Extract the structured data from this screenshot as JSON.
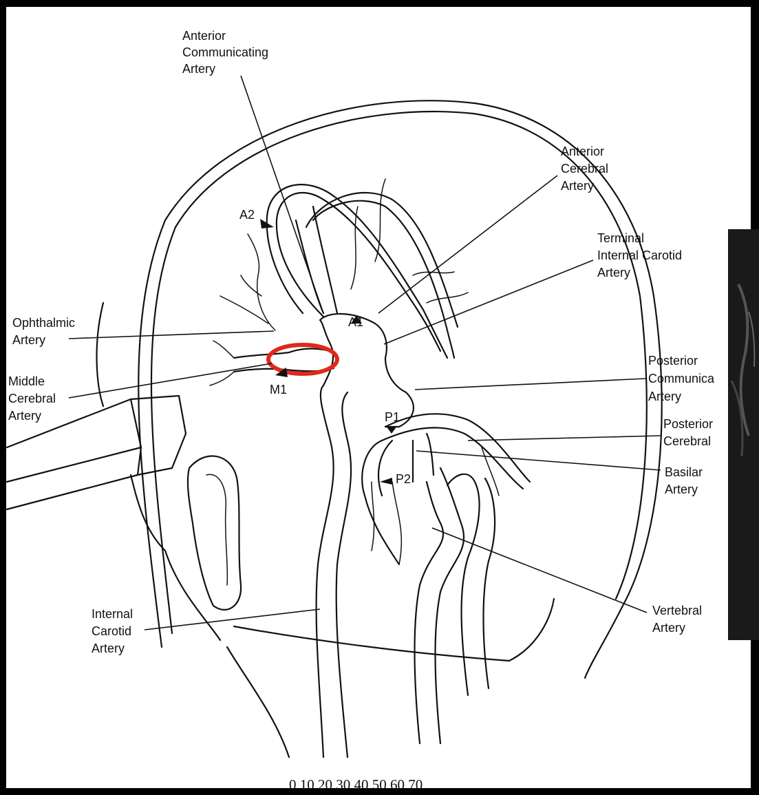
{
  "labels": {
    "anterior_communicating": [
      "Anterior",
      "Communicating",
      "Artery"
    ],
    "anterior_cerebral": [
      "Anterior",
      "Cerebral",
      "Artery"
    ],
    "terminal_ica": [
      "Terminal",
      "Internal Carotid",
      "Artery"
    ],
    "ophthalmic": [
      "Ophthalmic",
      "Artery"
    ],
    "middle_cerebral": [
      "Middle",
      "Cerebral",
      "Artery"
    ],
    "posterior_communicating": [
      "Posterior",
      "Communica",
      "Artery"
    ],
    "posterior_cerebral": [
      "Posterior",
      "Cerebral"
    ],
    "basilar": [
      "Basilar",
      "Artery"
    ],
    "internal_carotid": [
      "Internal",
      "Carotid",
      "Artery"
    ],
    "vertebral": [
      "Vertebral",
      "Artery"
    ]
  },
  "segments": {
    "a1": "A1",
    "a2": "A2",
    "m1": "M1",
    "p1": "P1",
    "p2": "P2"
  },
  "scale_text": "0 10 20 30 40 50 60 70",
  "colors": {
    "highlight": "#e0281c",
    "background": "#000000",
    "panel": "#ffffff",
    "ink": "#111111"
  }
}
